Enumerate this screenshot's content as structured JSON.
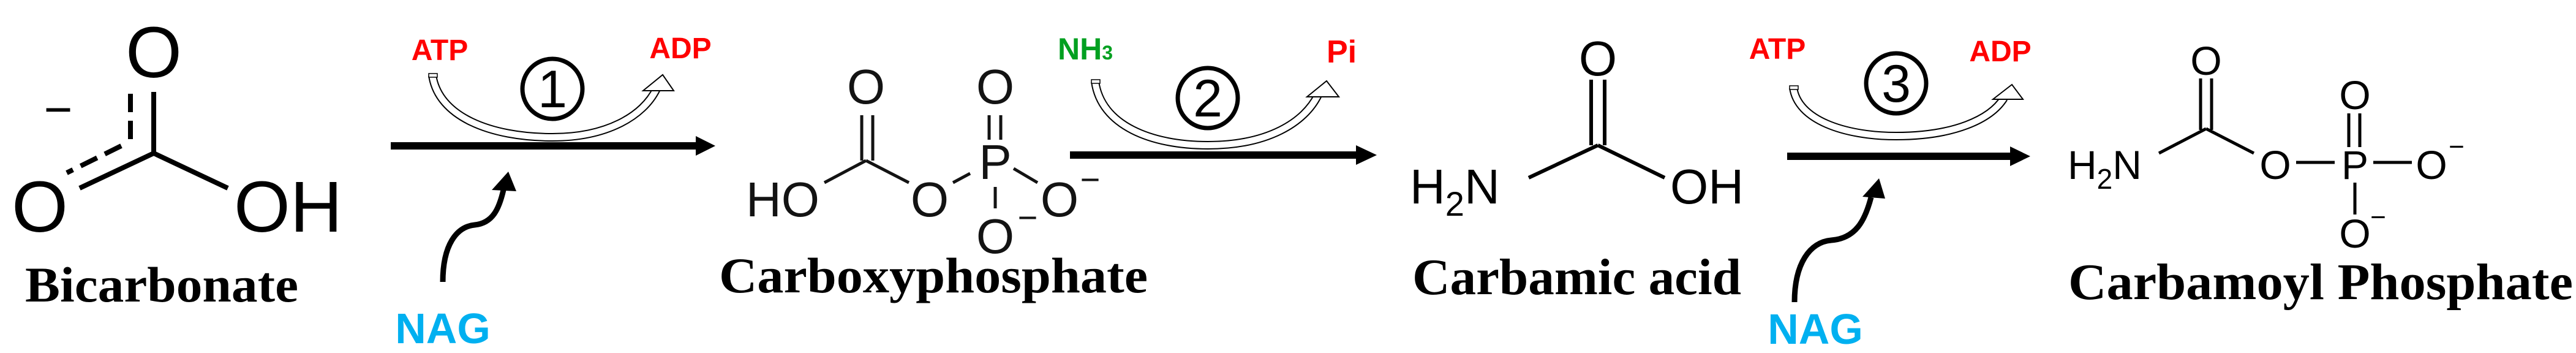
{
  "colors": {
    "atp_adp_pi": "#ff0000",
    "nh3": "#00a020",
    "nag": "#00b0f0",
    "structure": "#000000",
    "background": "#ffffff"
  },
  "molecules": [
    {
      "name": "Bicarbonate",
      "atoms": {
        "o_top": "O",
        "o_left": "O",
        "oh": "OH",
        "charge": "−"
      }
    },
    {
      "name": "Carboxyphosphate",
      "atoms": {
        "ho": "HO",
        "o_carbonyl": "O",
        "o_bridge": "O",
        "p": "P",
        "o_phosphoryl": "O",
        "o_right": "O",
        "o_bottom": "O",
        "charge": "−"
      }
    },
    {
      "name": "Carbamic acid",
      "atoms": {
        "h": "H",
        "sub": "2",
        "n": "N",
        "o_top": "O",
        "oh": "OH"
      }
    },
    {
      "name": "Carbamoyl Phosphate",
      "atoms": {
        "h": "H",
        "sub": "2",
        "n": "N",
        "o_carbonyl": "O",
        "o_bridge": "O",
        "p": "P",
        "o_phosphoryl": "O",
        "o_right": "O",
        "o_bottom": "O",
        "charge": "−"
      }
    }
  ],
  "steps": [
    {
      "number": "1",
      "input": "ATP",
      "output": "ADP",
      "activator": "NAG"
    },
    {
      "number": "2",
      "input_main": "NH",
      "input_sub": "3",
      "output": "Pi"
    },
    {
      "number": "3",
      "input": "ATP",
      "output": "ADP",
      "activator": "NAG"
    }
  ]
}
